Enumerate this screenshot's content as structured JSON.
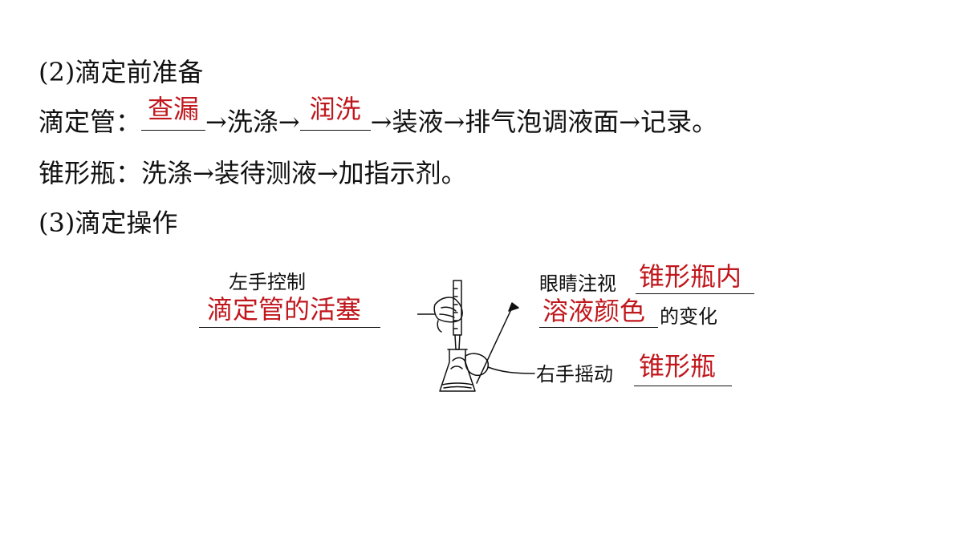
{
  "section2": {
    "heading": "(2)滴定前准备",
    "burette_label": "滴定管：",
    "blank1": "查漏",
    "step_arrow_wash": "→洗涤→",
    "blank2": "润洗",
    "tail": "→装液→排气泡调液面→记录。",
    "flask_line": "锥形瓶：洗涤→装待测液→加指示剂。"
  },
  "section3": {
    "heading": "(3)滴定操作",
    "left_hand_label": "左手控制",
    "left_hand_answer": "滴定管的活塞",
    "eyes_label": "眼睛注视",
    "eyes_answer_1": "锥形瓶内",
    "eyes_answer_2": "溶液颜色",
    "eyes_suffix": "的变化",
    "right_hand_label": "右手摇动",
    "right_hand_answer": "锥形瓶"
  },
  "colors": {
    "answer": "#c0171d",
    "text": "#111111"
  }
}
